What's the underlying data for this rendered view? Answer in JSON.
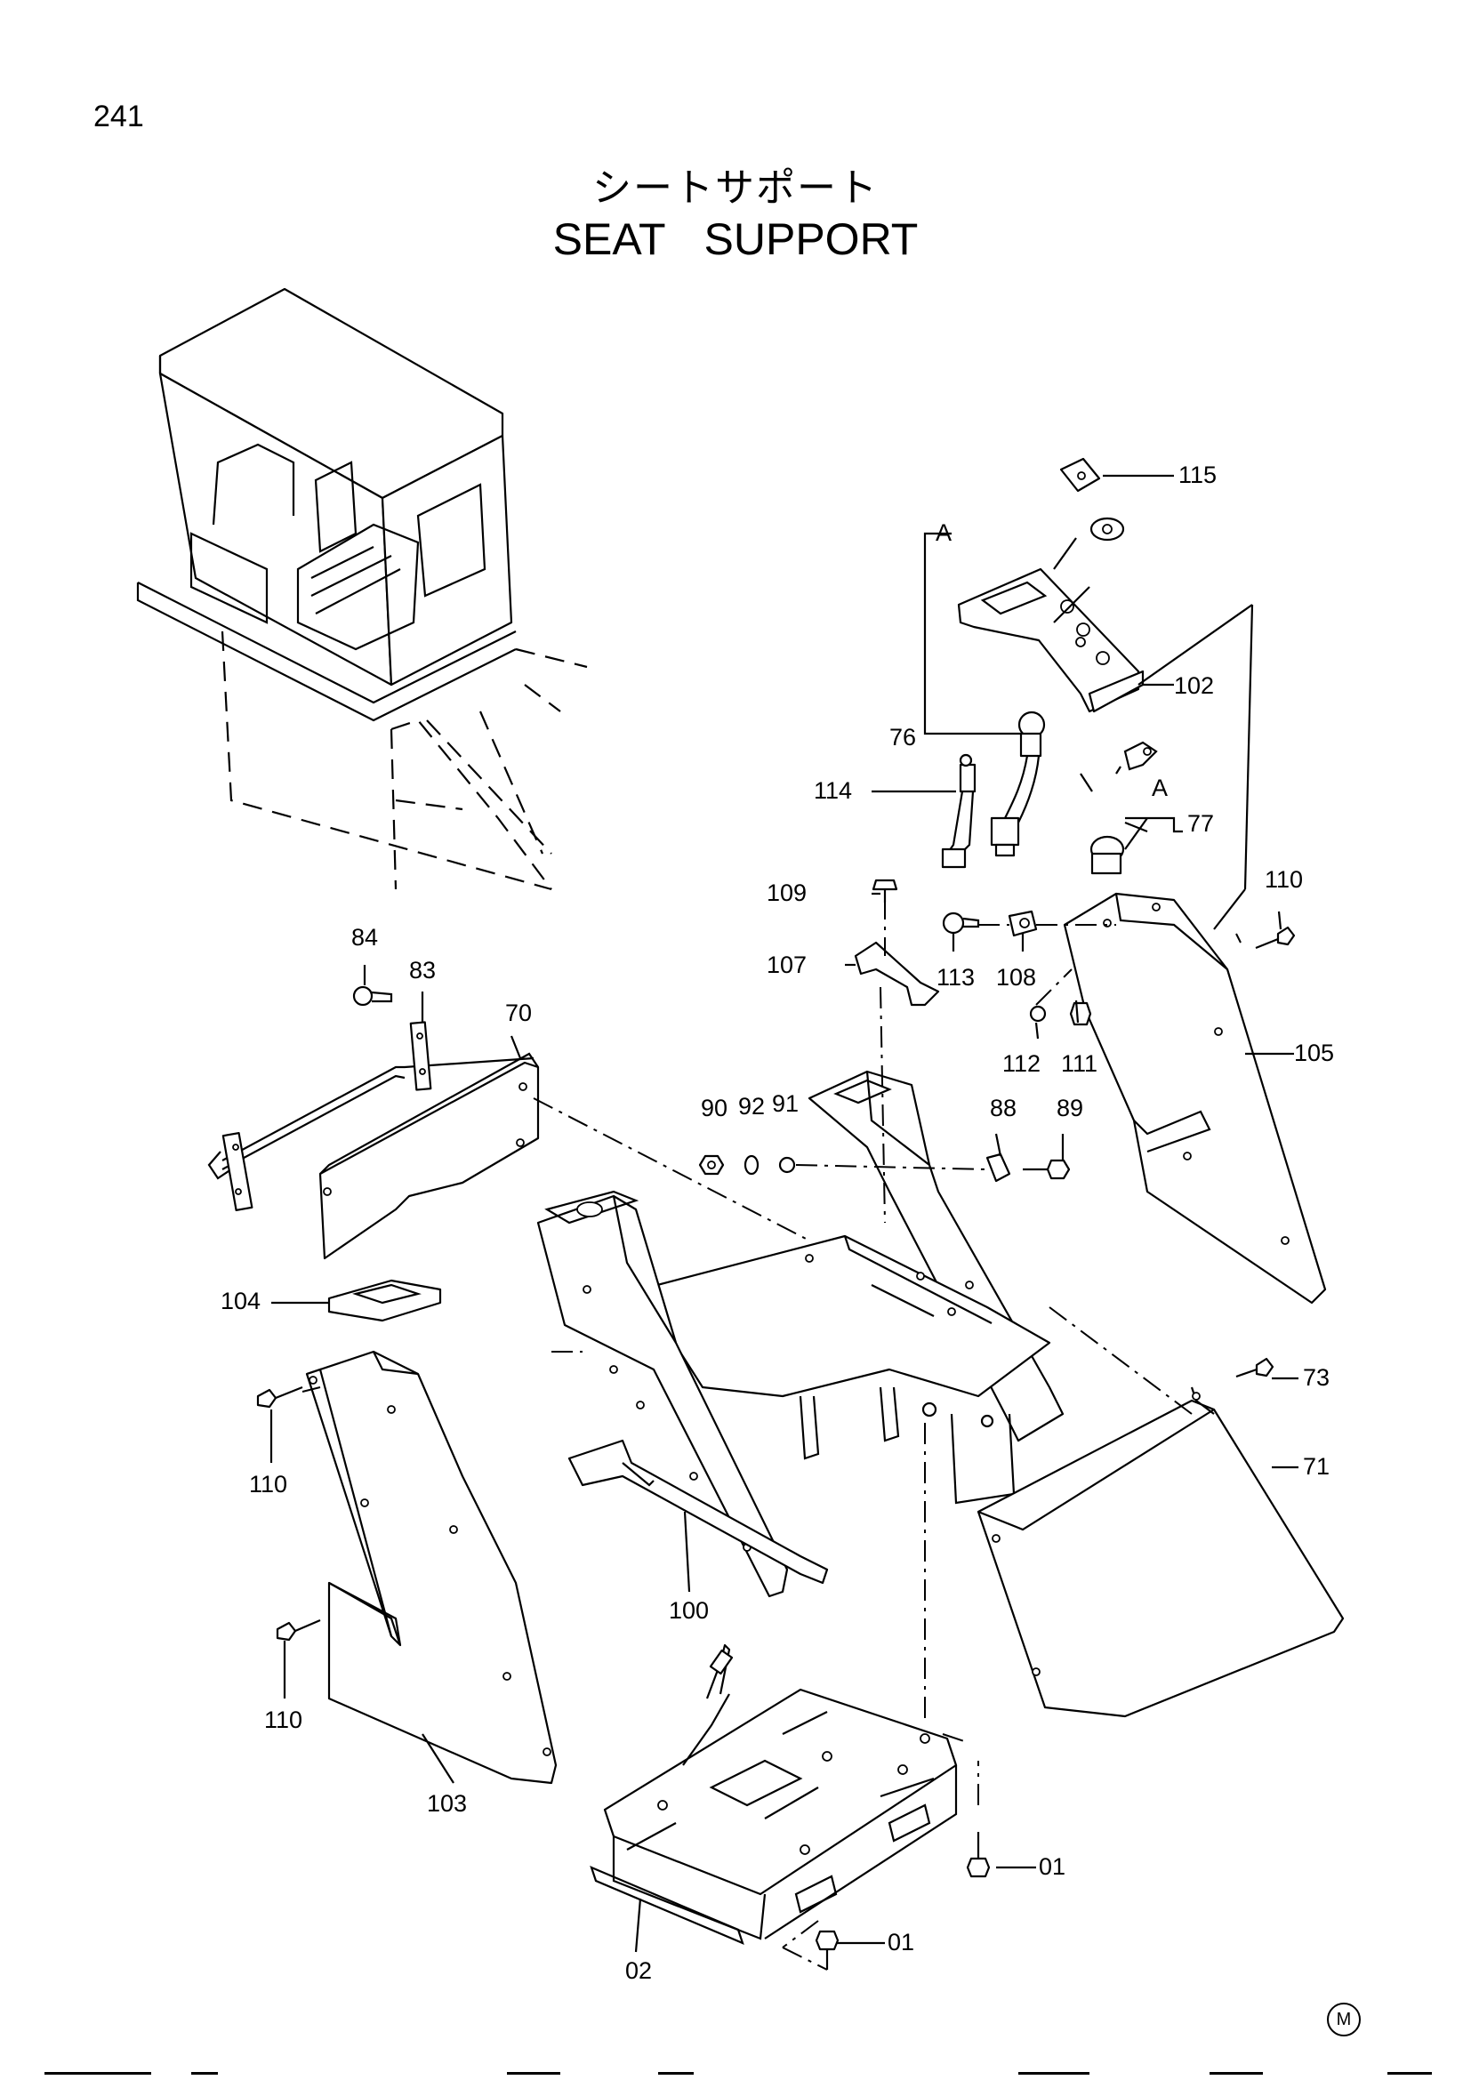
{
  "page_number": "241",
  "title_jp": "シートサポート",
  "title_en": "SEAT   SUPPORT",
  "footer_mark": "M",
  "callouts": {
    "c115": "115",
    "cA1": "A",
    "c102": "102",
    "c76": "76",
    "c114": "114",
    "cA2": "A",
    "c77": "77",
    "c109": "109",
    "c110a": "110",
    "c84": "84",
    "c83": "83",
    "c70": "70",
    "c107": "107",
    "c113": "113",
    "c108": "108",
    "c112": "112",
    "c111": "111",
    "c105": "105",
    "c90": "90",
    "c92": "92",
    "c91": "91",
    "c88": "88",
    "c89": "89",
    "c104": "104",
    "c110b": "110",
    "c73": "73",
    "c71": "71",
    "c100": "100",
    "c110c": "110",
    "c103": "103",
    "c01a": "01",
    "c02": "02",
    "c01b": "01"
  }
}
